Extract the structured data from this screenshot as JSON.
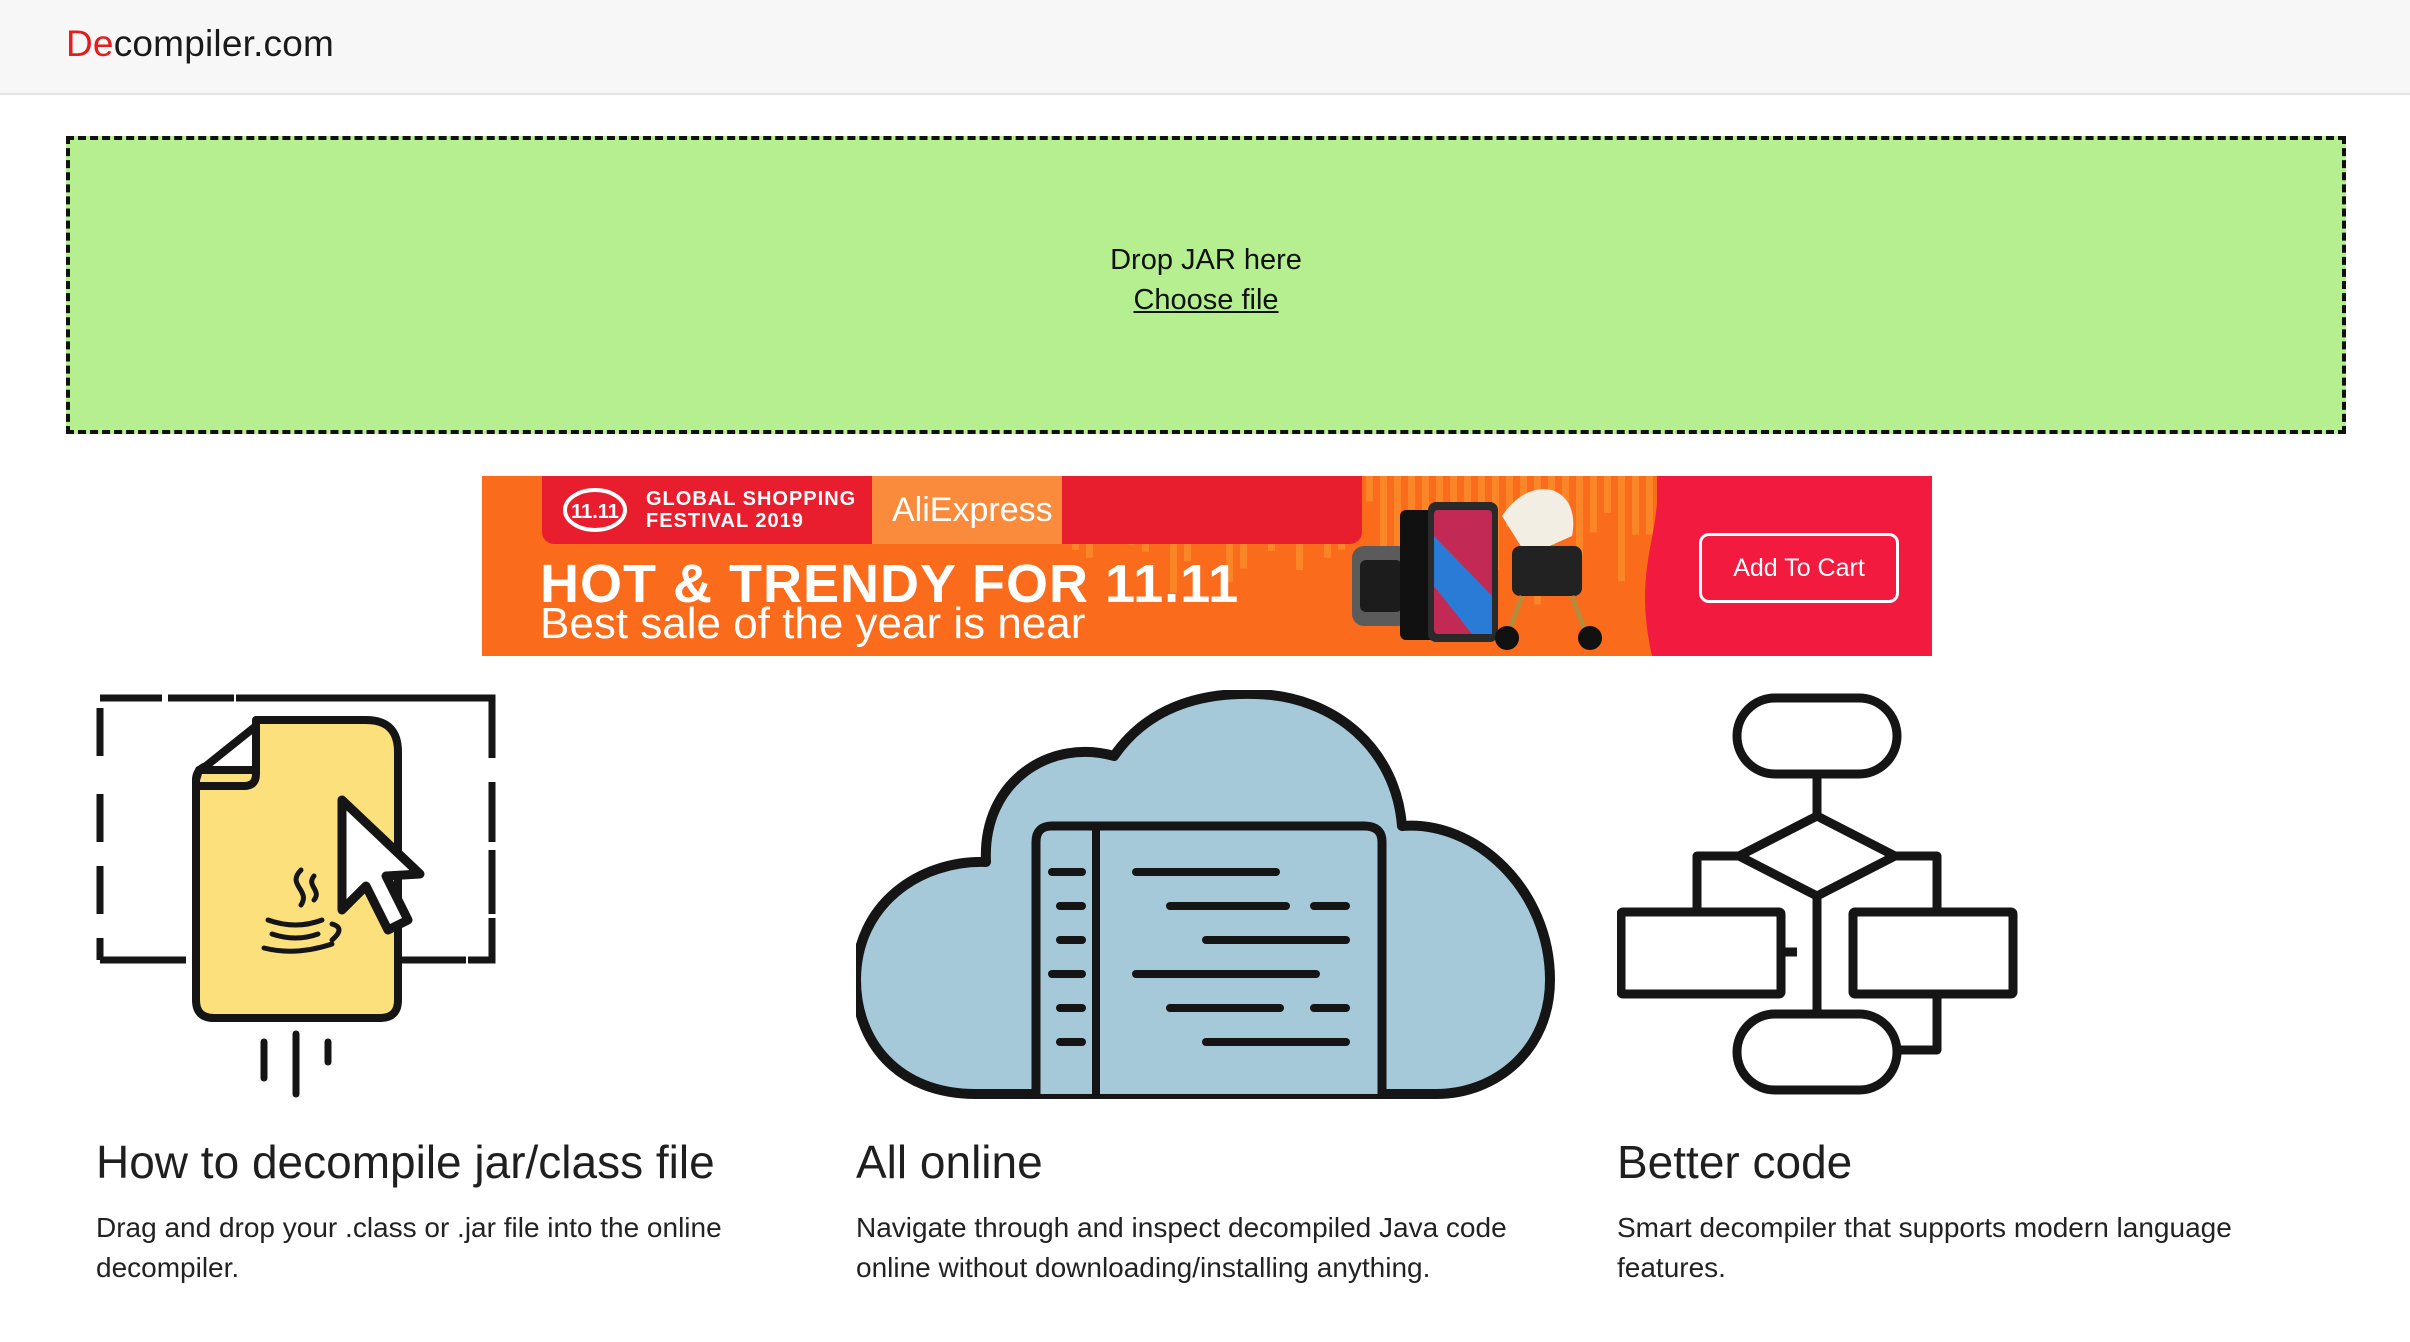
{
  "header": {
    "logo_accent": "De",
    "logo_rest": "compiler.com"
  },
  "dropzone": {
    "text": "Drop JAR here",
    "choose_label": "Choose file"
  },
  "ad": {
    "festival_badge": "11.11",
    "festival_line1": "GLOBAL SHOPPING",
    "festival_line2": "FESTIVAL 2019",
    "brand": "AliExpress",
    "title": "HOT & TRENDY FOR 11.11",
    "subtitle": "Best sale of the year is near",
    "cta": "Add To Cart"
  },
  "features": [
    {
      "icon": "file-drop-icon",
      "title": "How to decompile jar/class file",
      "description": "Drag and drop your .class or .jar file into the online decompiler."
    },
    {
      "icon": "cloud-code-icon",
      "title": "All online",
      "description": "Navigate through and inspect decompiled Java code online without downloading/installing anything."
    },
    {
      "icon": "flowchart-icon",
      "title": "Better code",
      "description": "Smart decompiler that supports modern language features."
    }
  ],
  "colors": {
    "accent": "#e61b1b",
    "dropzone_bg": "#b5ef90",
    "file_icon_fill": "#fbe07c",
    "cloud_fill": "#a5c9d8",
    "ad_orange": "#fb6b1c",
    "ad_red": "#f21b3f"
  }
}
